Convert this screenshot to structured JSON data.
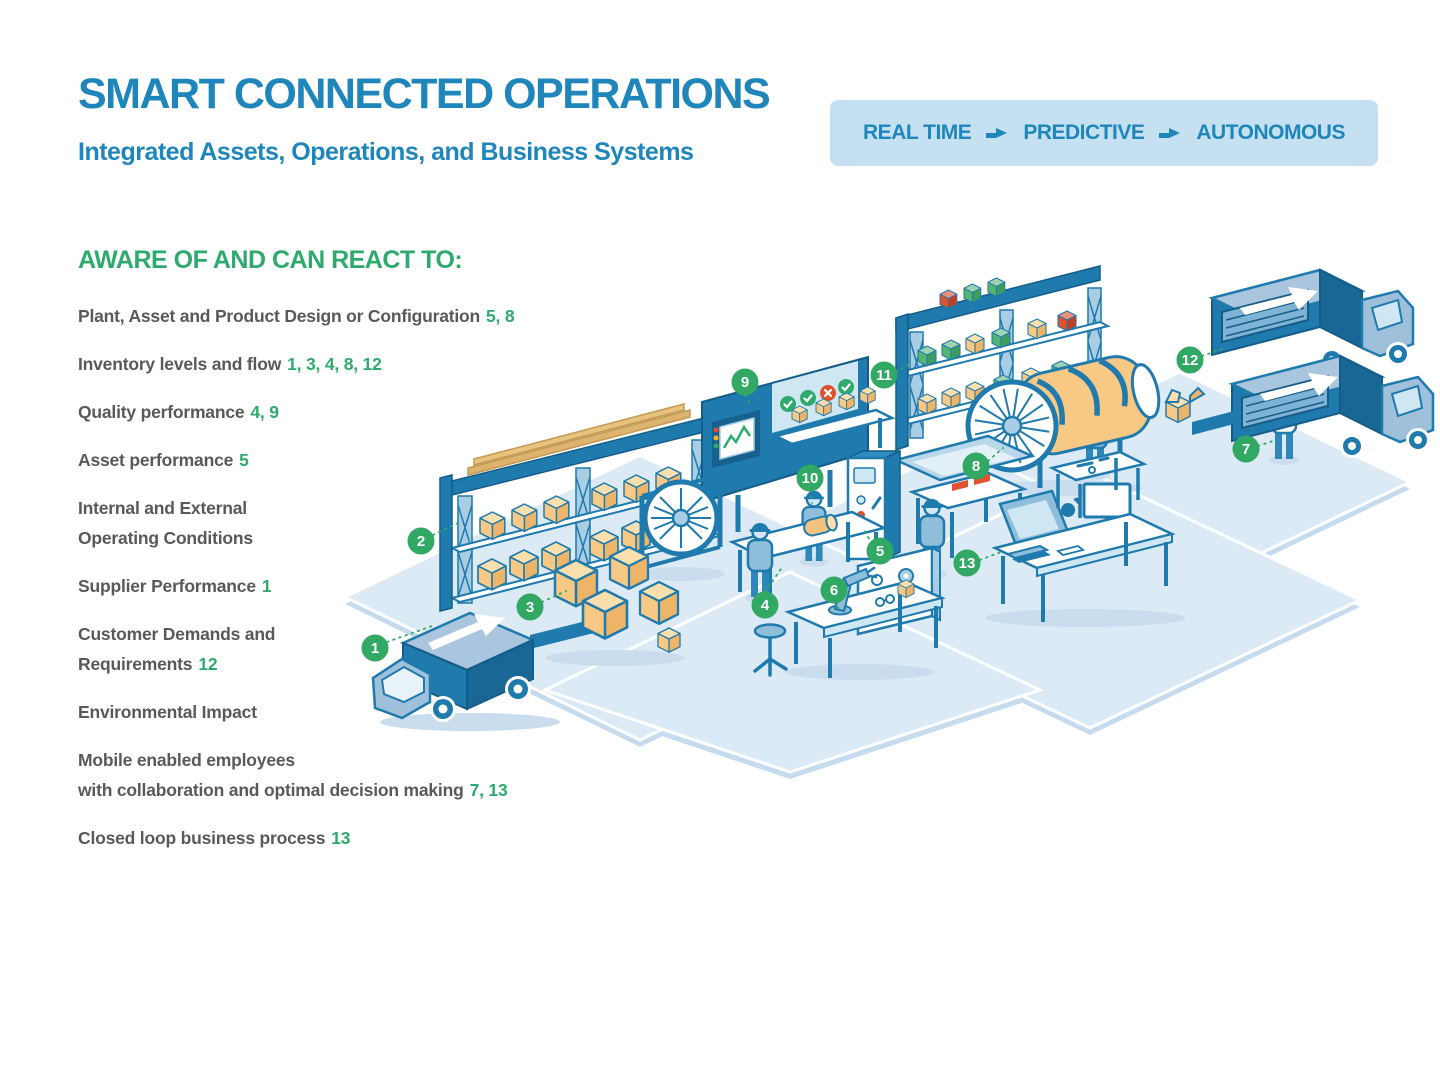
{
  "header": {
    "title": "SMART CONNECTED OPERATIONS",
    "subtitle": "Integrated Assets, Operations, and Business Systems"
  },
  "banner": {
    "stages": [
      "REAL TIME",
      "PREDICTIVE",
      "AUTONOMOUS"
    ]
  },
  "aware": {
    "heading": "AWARE OF AND CAN REACT TO:",
    "items": [
      {
        "text": "Plant, Asset and Product Design or Configuration",
        "refs": "5, 8"
      },
      {
        "text": "Inventory levels and flow",
        "refs": "1, 3, 4, 8, 12"
      },
      {
        "text": "Quality performance",
        "refs": "4, 9"
      },
      {
        "text": "Asset performance",
        "refs": "5"
      },
      {
        "text": "Internal and External\nOperating Conditions",
        "refs": ""
      },
      {
        "text": "Supplier Performance",
        "refs": "1"
      },
      {
        "text": "Customer Demands and\nRequirements",
        "refs": "12"
      },
      {
        "text": "Environmental Impact",
        "refs": ""
      },
      {
        "text": "Mobile enabled employees\nwith collaboration and optimal decision making",
        "refs": "7, 13"
      },
      {
        "text": "Closed loop business process",
        "refs": "13"
      }
    ]
  },
  "illustration": {
    "markers": [
      {
        "label": "1"
      },
      {
        "label": "2"
      },
      {
        "label": "3"
      },
      {
        "label": "4"
      },
      {
        "label": "5"
      },
      {
        "label": "6"
      },
      {
        "label": "7"
      },
      {
        "label": "8"
      },
      {
        "label": "9"
      },
      {
        "label": "10"
      },
      {
        "label": "11"
      },
      {
        "label": "12"
      },
      {
        "label": "13"
      }
    ]
  },
  "colors": {
    "accent_blue": "#1e86ba",
    "illustration_blue": "#1f7aad",
    "text_gray": "#58595b",
    "text_green": "#2faa6e",
    "marker_green": "#31a863",
    "banner_bg": "#c5e1f1",
    "box_orange": "#f7c985",
    "floor_blue": "#dceaf5",
    "status_red": "#e0512f"
  }
}
